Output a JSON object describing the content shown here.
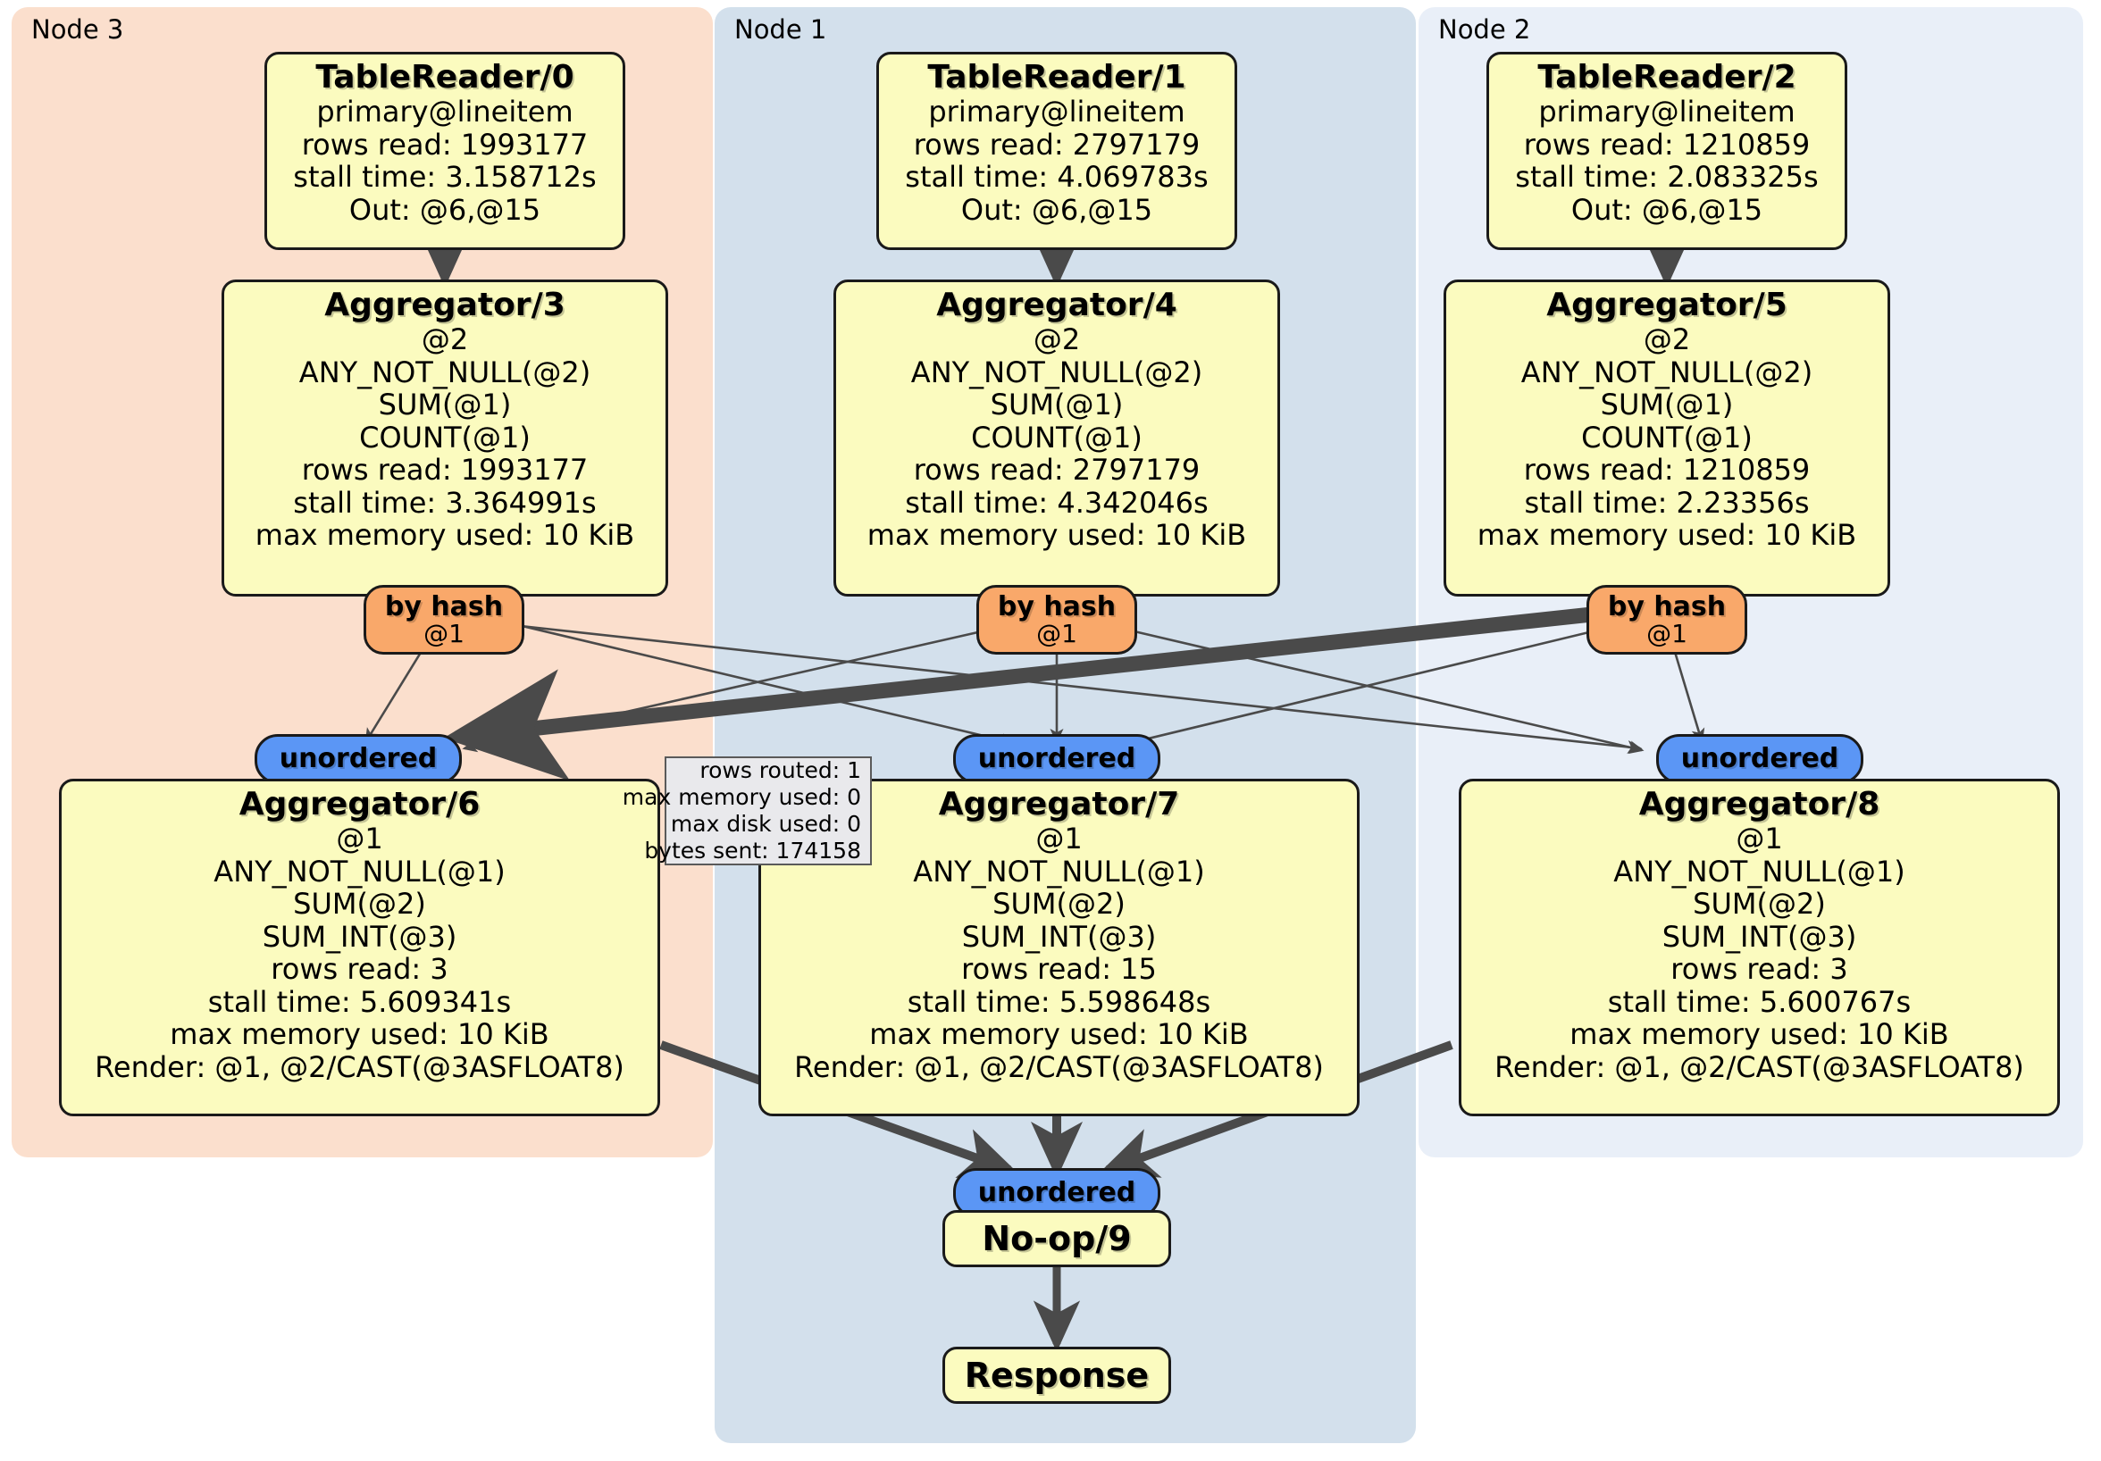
{
  "diagram": {
    "type": "distributed-query-execution-plan",
    "panels": [
      {
        "label": "Node 3",
        "color": "#FBDFCD"
      },
      {
        "label": "Node 1",
        "color": "#D3E0EC"
      },
      {
        "label": "Node 2",
        "color": "#E9EFF8"
      }
    ],
    "colors": {
      "processor_fill": "#FBFBBF",
      "byhash_fill": "#F9A86A",
      "unordered_fill": "#5B96F5",
      "tooltip_fill": "#E9E9EC",
      "edge": "#4A4A4A",
      "border": "#1A1A1A"
    },
    "processors": [
      {
        "id": "tablereader-0",
        "title": "TableReader/0",
        "lines": [
          "primary@lineitem",
          "rows read: 1993177",
          "stall time: 3.158712s",
          "Out: @6,@15"
        ]
      },
      {
        "id": "tablereader-1",
        "title": "TableReader/1",
        "lines": [
          "primary@lineitem",
          "rows read: 2797179",
          "stall time: 4.069783s",
          "Out: @6,@15"
        ]
      },
      {
        "id": "tablereader-2",
        "title": "TableReader/2",
        "lines": [
          "primary@lineitem",
          "rows read: 1210859",
          "stall time: 2.083325s",
          "Out: @6,@15"
        ]
      },
      {
        "id": "aggregator-3",
        "title": "Aggregator/3",
        "lines": [
          "@2",
          "ANY_NOT_NULL(@2)",
          "SUM(@1)",
          "COUNT(@1)",
          "rows read: 1993177",
          "stall time: 3.364991s",
          "max memory used: 10 KiB"
        ]
      },
      {
        "id": "aggregator-4",
        "title": "Aggregator/4",
        "lines": [
          "@2",
          "ANY_NOT_NULL(@2)",
          "SUM(@1)",
          "COUNT(@1)",
          "rows read: 2797179",
          "stall time: 4.342046s",
          "max memory used: 10 KiB"
        ]
      },
      {
        "id": "aggregator-5",
        "title": "Aggregator/5",
        "lines": [
          "@2",
          "ANY_NOT_NULL(@2)",
          "SUM(@1)",
          "COUNT(@1)",
          "rows read: 1210859",
          "stall time: 2.23356s",
          "max memory used: 10 KiB"
        ]
      },
      {
        "id": "aggregator-6",
        "title": "Aggregator/6",
        "lines": [
          "@1",
          "ANY_NOT_NULL(@1)",
          "SUM(@2)",
          "SUM_INT(@3)",
          "rows read: 3",
          "stall time: 5.609341s",
          "max memory used: 10 KiB",
          "Render: @1, @2/CAST(@3ASFLOAT8)"
        ]
      },
      {
        "id": "aggregator-7",
        "title": "Aggregator/7",
        "lines": [
          "@1",
          "ANY_NOT_NULL(@1)",
          "SUM(@2)",
          "SUM_INT(@3)",
          "rows read: 15",
          "stall time: 5.598648s",
          "max memory used: 10 KiB",
          "Render: @1, @2/CAST(@3ASFLOAT8)"
        ]
      },
      {
        "id": "aggregator-8",
        "title": "Aggregator/8",
        "lines": [
          "@1",
          "ANY_NOT_NULL(@1)",
          "SUM(@2)",
          "SUM_INT(@3)",
          "rows read: 3",
          "stall time: 5.600767s",
          "max memory used: 10 KiB",
          "Render: @1, @2/CAST(@3ASFLOAT8)"
        ]
      },
      {
        "id": "noop-9",
        "title": "No-op/9",
        "lines": []
      },
      {
        "id": "response",
        "title": "Response",
        "lines": []
      }
    ],
    "routers": [
      {
        "id": "by-hash-0",
        "label": "by hash",
        "sub": "@1"
      },
      {
        "id": "by-hash-1",
        "label": "by hash",
        "sub": "@1"
      },
      {
        "id": "by-hash-2",
        "label": "by hash",
        "sub": "@1"
      }
    ],
    "synchronizers": [
      {
        "id": "unordered-0",
        "label": "unordered"
      },
      {
        "id": "unordered-1",
        "label": "unordered"
      },
      {
        "id": "unordered-2",
        "label": "unordered"
      },
      {
        "id": "unordered-final",
        "label": "unordered"
      }
    ],
    "stream_stats": {
      "lines": [
        "rows routed: 1",
        "max memory used: 0",
        "max disk used: 0",
        "bytes sent: 174158"
      ]
    }
  }
}
